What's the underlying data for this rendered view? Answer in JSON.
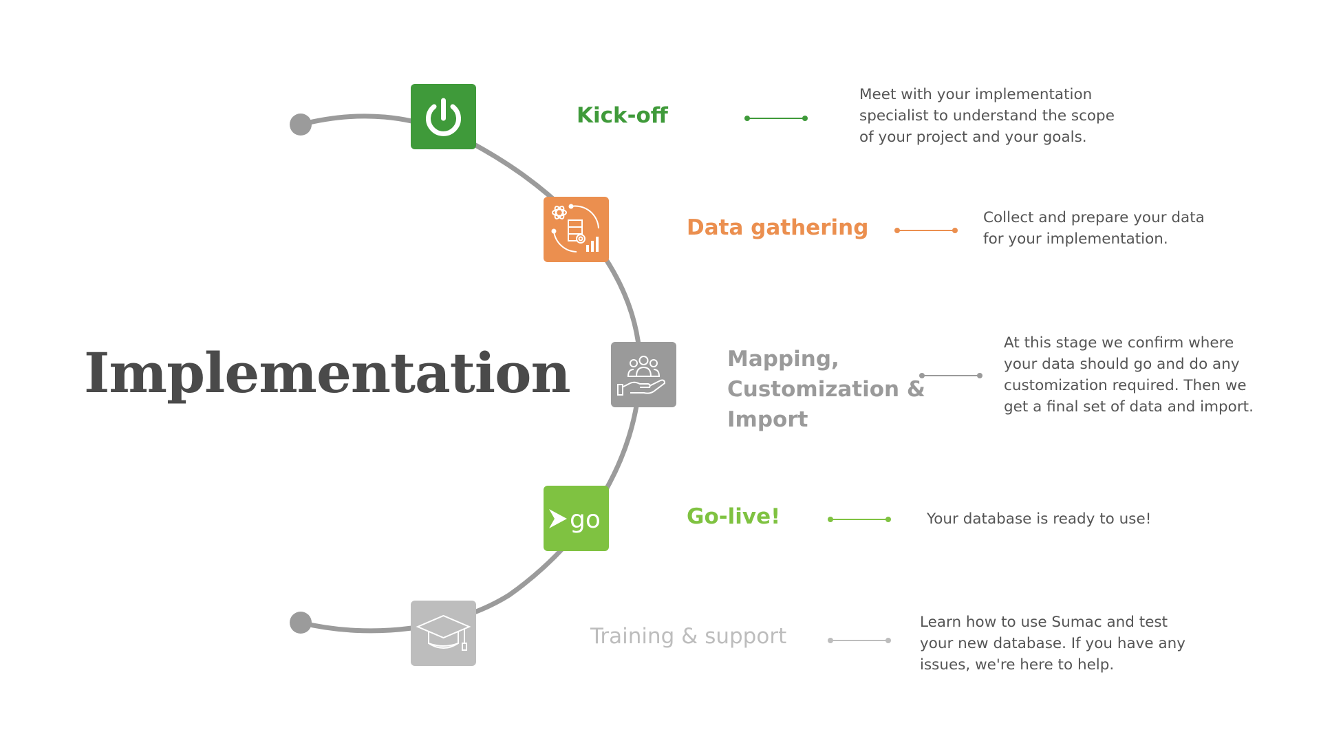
{
  "title": "Implementation",
  "colors": {
    "arc": "#9b9b9b",
    "kickoff": "#3f9a3a",
    "data_gathering": "#eb8f4f",
    "mapping": "#9a9a9a",
    "golive": "#7fc241",
    "training": "#bdbdbd",
    "text": "#555555"
  },
  "steps": [
    {
      "key": "kickoff",
      "title": "Kick-off",
      "icon": "power-icon",
      "description": "Meet with your implementation\nspecialist to understand the scope\nof your project and your goals."
    },
    {
      "key": "data_gathering",
      "title": "Data gathering",
      "icon": "data-analytics-icon",
      "description": "Collect and prepare your data\nfor your implementation."
    },
    {
      "key": "mapping",
      "title": "Mapping,\nCustomization &\nImport",
      "icon": "people-hand-icon",
      "description": "At this stage we confirm where\nyour data should go and do any\ncustomization required. Then we\nget a final set of data and import."
    },
    {
      "key": "golive",
      "title": "Go-live!",
      "icon": "go-icon",
      "icon_text": "go",
      "description": "Your database is ready to use!"
    },
    {
      "key": "training",
      "title": "Training & support",
      "icon": "graduation-cap-icon",
      "description": "Learn how to use Sumac and test\nyour new database. If you have any\nissues, we're here to help."
    }
  ]
}
